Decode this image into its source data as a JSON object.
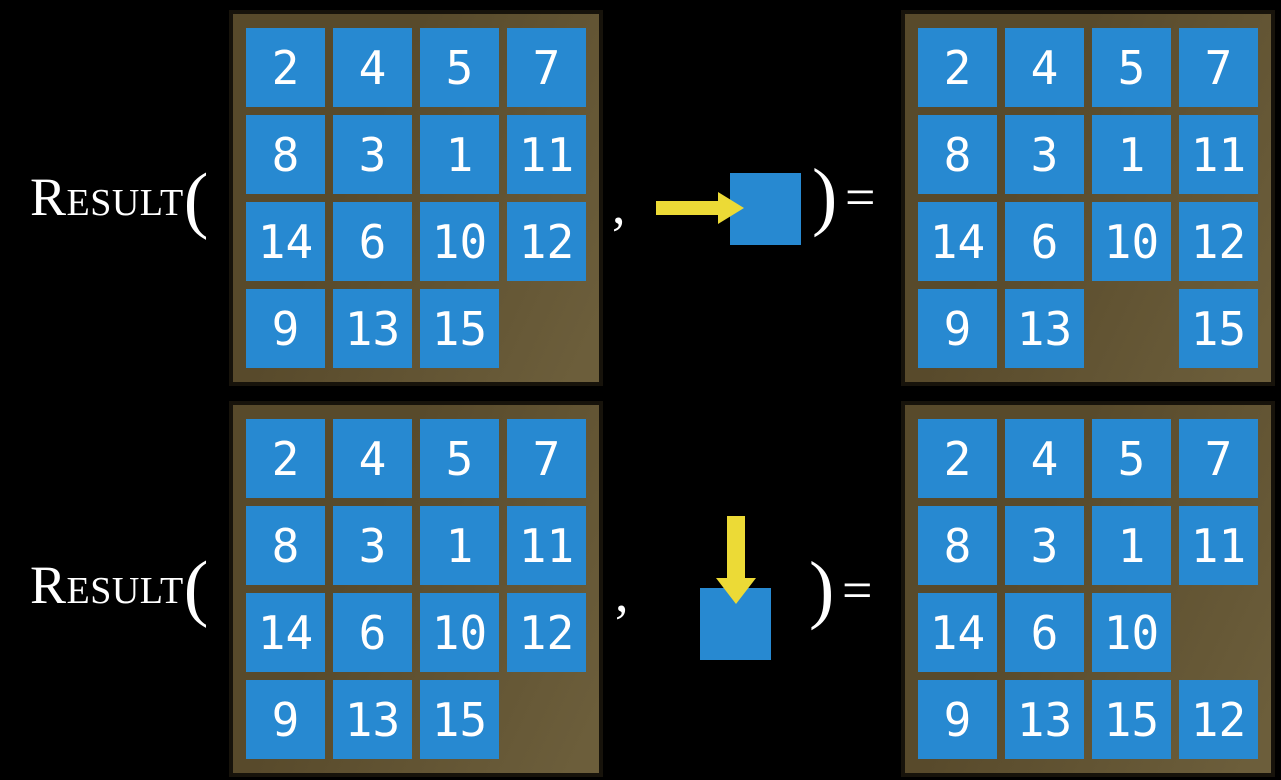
{
  "colors": {
    "background": "#000000",
    "tile_blue": "#2789d1",
    "board_brown": "#584a2b",
    "board_brown_light": "#6c5e3b",
    "arrow_yellow": "#ecda36",
    "text_white": "#ffffff"
  },
  "equation_rows": [
    {
      "function_label": "Result",
      "open_paren": "(",
      "comma": ",",
      "action": {
        "icon": "right-arrow-into-tile",
        "direction": "right"
      },
      "close_paren": ")",
      "equals": "=",
      "initial_board": {
        "grid": [
          [
            "2",
            "4",
            "5",
            "7"
          ],
          [
            "8",
            "3",
            "1",
            "11"
          ],
          [
            "14",
            "6",
            "10",
            "12"
          ],
          [
            "9",
            "13",
            "15",
            ""
          ]
        ]
      },
      "result_board": {
        "grid": [
          [
            "2",
            "4",
            "5",
            "7"
          ],
          [
            "8",
            "3",
            "1",
            "11"
          ],
          [
            "14",
            "6",
            "10",
            "12"
          ],
          [
            "9",
            "13",
            "",
            "15"
          ]
        ]
      }
    },
    {
      "function_label": "Result",
      "open_paren": "(",
      "comma": ",",
      "action": {
        "icon": "down-arrow-into-tile",
        "direction": "down"
      },
      "close_paren": ")",
      "equals": "=",
      "initial_board": {
        "grid": [
          [
            "2",
            "4",
            "5",
            "7"
          ],
          [
            "8",
            "3",
            "1",
            "11"
          ],
          [
            "14",
            "6",
            "10",
            "12"
          ],
          [
            "9",
            "13",
            "15",
            ""
          ]
        ]
      },
      "result_board": {
        "grid": [
          [
            "2",
            "4",
            "5",
            "7"
          ],
          [
            "8",
            "3",
            "1",
            "11"
          ],
          [
            "14",
            "6",
            "10",
            ""
          ],
          [
            "9",
            "13",
            "15",
            "12"
          ]
        ]
      }
    }
  ]
}
